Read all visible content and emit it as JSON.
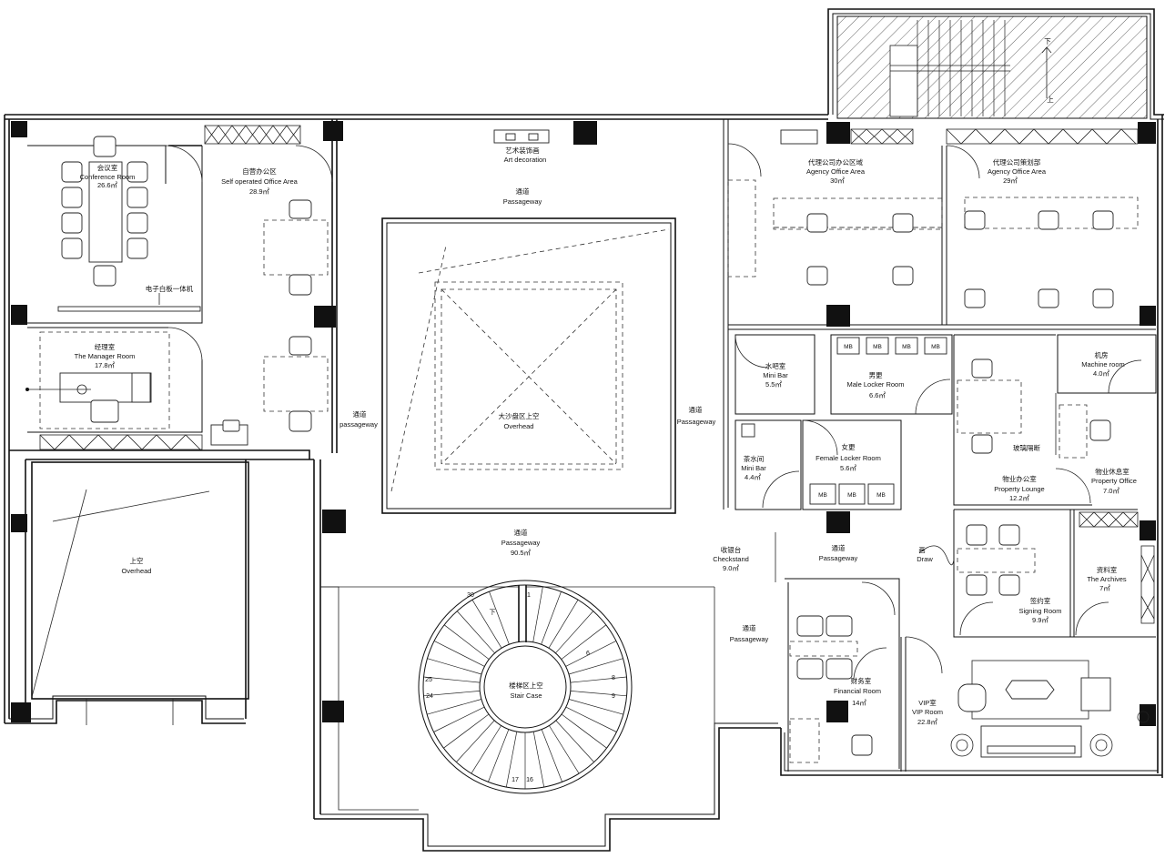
{
  "rooms": {
    "conference": {
      "zh": "会议室",
      "en": "Conference Room",
      "area": "26.6㎡"
    },
    "self_office": {
      "zh": "自营办公区",
      "en": "Self operated Office Area",
      "area": "28.9㎡"
    },
    "whiteboard": {
      "zh": "电子白板一体机"
    },
    "manager": {
      "zh": "经理室",
      "en": "The Manager Room",
      "area": "17.8㎡"
    },
    "art": {
      "zh": "艺术装饰画",
      "en": "Art decoration"
    },
    "passage_top": {
      "zh": "通道",
      "en": "Passageway"
    },
    "passage_left": {
      "zh": "通道",
      "en": "passageway"
    },
    "passage_right": {
      "zh": "通道",
      "en": "Passageway"
    },
    "overhead_center": {
      "zh": "大沙盘区上空",
      "en": "Overhead"
    },
    "overhead_left": {
      "zh": "上空",
      "en": "Overhead"
    },
    "passage_main": {
      "zh": "通道",
      "en": "Passageway",
      "area": "90.5㎡"
    },
    "checkstand": {
      "zh": "收银台",
      "en": "Checkstand",
      "area": "9.0㎡"
    },
    "passage_cs": {
      "zh": "通道",
      "en": "Passageway"
    },
    "passage_lower": {
      "zh": "通道",
      "en": "Passageway"
    },
    "stair": {
      "zh": "楼梯区上空",
      "en": "Stair Case"
    },
    "agency1": {
      "zh": "代理公司办公区域",
      "en": "Agency Office Area",
      "area": "30㎡"
    },
    "agency2": {
      "zh": "代理公司策划部",
      "en": "Agency Office Area",
      "area": "29㎡"
    },
    "minibar1": {
      "zh": "水吧室",
      "en": "Mini Bar",
      "area": "5.5㎡"
    },
    "male": {
      "zh": "男更",
      "en": "Male Locker Room",
      "area": "6.6㎡"
    },
    "machine": {
      "zh": "机房",
      "en": "Machine room",
      "area": "4.0㎡"
    },
    "minibar2": {
      "zh": "茶水间",
      "en": "Mini Bar",
      "area": "4.4㎡"
    },
    "female": {
      "zh": "女更",
      "en": "Female Locker Room",
      "area": "5.6㎡"
    },
    "property_lounge": {
      "zh": "物业办公室",
      "en": "Property Lounge",
      "area": "12.2㎡"
    },
    "property_office": {
      "zh": "物业休息室",
      "en": "Property Office",
      "area": "7.0㎡"
    },
    "partition": {
      "zh": "玻璃隔断"
    },
    "draw": {
      "zh": "画",
      "en": "Draw"
    },
    "archives": {
      "zh": "资料室",
      "en": "The Archives",
      "area": "7㎡"
    },
    "signing": {
      "zh": "签约室",
      "en": "Signing Room",
      "area": "9.9㎡"
    },
    "financial": {
      "zh": "财务室",
      "en": "Financial Room",
      "area": "14㎡"
    },
    "vip": {
      "zh": "VIP室",
      "en": "VIP Room",
      "area": "22.8㎡"
    }
  },
  "locker_tag": "MB",
  "stair_dir": {
    "down": "下",
    "up": "上"
  },
  "stair_numbers": [
    "30",
    "1",
    "6",
    "8",
    "9",
    "16",
    "17",
    "24",
    "25"
  ]
}
